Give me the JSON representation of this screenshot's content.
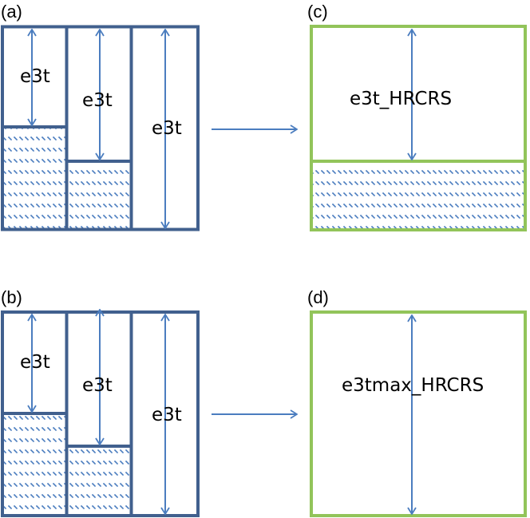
{
  "colors": {
    "before_frame": "#41608e",
    "after_frame": "#92c45a",
    "arrow": "#4b7dbf",
    "hatch": "#4b7dbf"
  },
  "panels": {
    "a": {
      "label": "(a)",
      "kind": "before",
      "columns": [
        {
          "label": "e3t",
          "hatch_fraction": 0.5
        },
        {
          "label": "e3t",
          "hatch_fraction": 0.33
        },
        {
          "label": "e3t",
          "hatch_fraction": 0.0
        }
      ]
    },
    "b": {
      "label": "(b)",
      "kind": "before",
      "columns": [
        {
          "label": "e3t",
          "hatch_fraction": 0.5
        },
        {
          "label": "e3t",
          "hatch_fraction": 0.34,
          "arrow_overshoot": true
        },
        {
          "label": "e3t",
          "hatch_fraction": 0.0
        }
      ]
    },
    "c": {
      "label": "(c)",
      "kind": "after",
      "column": {
        "label": "e3t_HRCRS",
        "hatch_fraction": 0.33
      }
    },
    "d": {
      "label": "(d)",
      "kind": "after",
      "column": {
        "label": "e3tmax_HRCRS",
        "hatch_fraction": 0.0
      }
    }
  },
  "transitions": [
    {
      "from": "a",
      "to": "c"
    },
    {
      "from": "b",
      "to": "d"
    }
  ]
}
